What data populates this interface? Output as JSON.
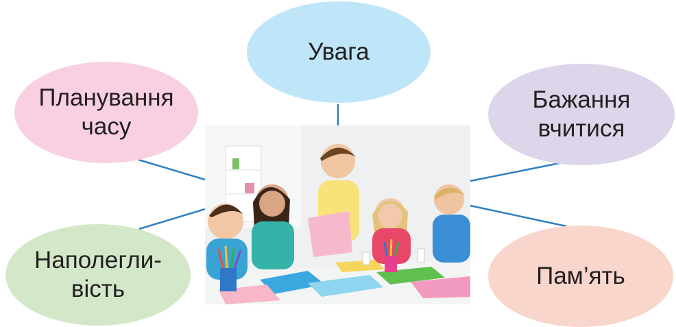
{
  "nodes": {
    "attention": {
      "lines": [
        "Увага"
      ],
      "color": "#bfe6f8"
    },
    "planning": {
      "lines": [
        "Планування",
        "часу"
      ],
      "color": "#f8d0e2"
    },
    "desire": {
      "lines": [
        "Бажання",
        "вчитися"
      ],
      "color": "#ddd5ea"
    },
    "persistence": {
      "lines": [
        "Наполегли-",
        "вість"
      ],
      "color": "#d3e8c9"
    },
    "memory": {
      "lines": [
        "Пам’ять"
      ],
      "color": "#f8d6cc"
    }
  },
  "colors": {
    "connector": "#2f7fc0",
    "text": "#231f20"
  },
  "photo": {
    "subject": "children-at-craft-table"
  }
}
